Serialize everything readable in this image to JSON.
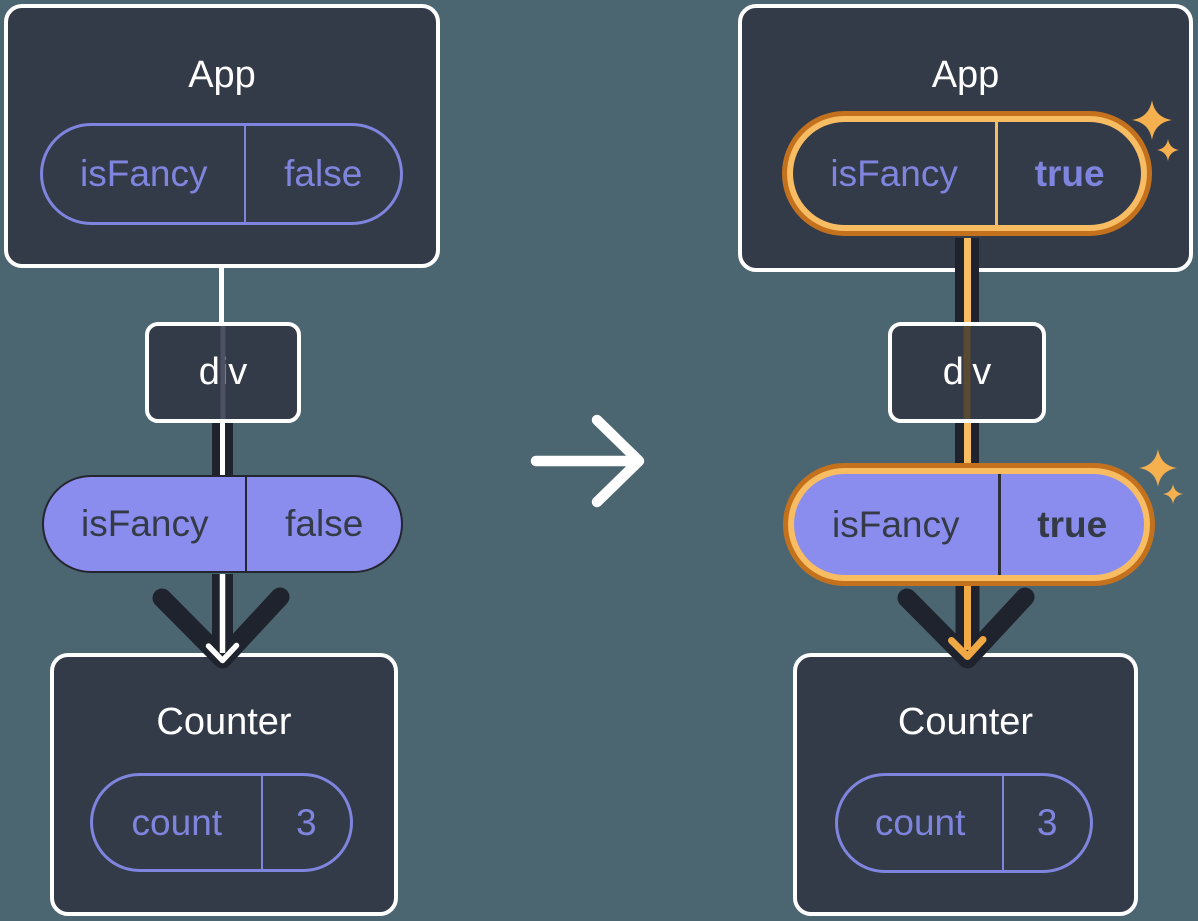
{
  "diagram": {
    "before": {
      "app": {
        "title": "App",
        "prop": {
          "name": "isFancy",
          "value": "false"
        }
      },
      "container": {
        "label": "div"
      },
      "passed_prop": {
        "name": "isFancy",
        "value": "false"
      },
      "counter": {
        "title": "Counter",
        "state": {
          "name": "count",
          "value": "3"
        }
      }
    },
    "after": {
      "app": {
        "title": "App",
        "prop": {
          "name": "isFancy",
          "value": "true"
        }
      },
      "container": {
        "label": "div"
      },
      "passed_prop": {
        "name": "isFancy",
        "value": "true"
      },
      "counter": {
        "title": "Counter",
        "state": {
          "name": "count",
          "value": "3"
        }
      }
    }
  },
  "icons": {
    "transition": "arrow-right-icon",
    "highlight": "sparkle-icon",
    "flow": "arrow-down-icon"
  },
  "colors": {
    "background": "#4c6671",
    "box_fill": "#343b48",
    "box_border": "#ffffff",
    "purple": "#7f85de",
    "purple_fill": "#8a8ded",
    "dark_ink": "#1f232d",
    "dark_text": "#343a46",
    "highlight_outer": "#c4711d",
    "highlight_inner": "#f8bc63",
    "highlight_arrow": "#f0a944",
    "sparkle": "#f5b050"
  }
}
